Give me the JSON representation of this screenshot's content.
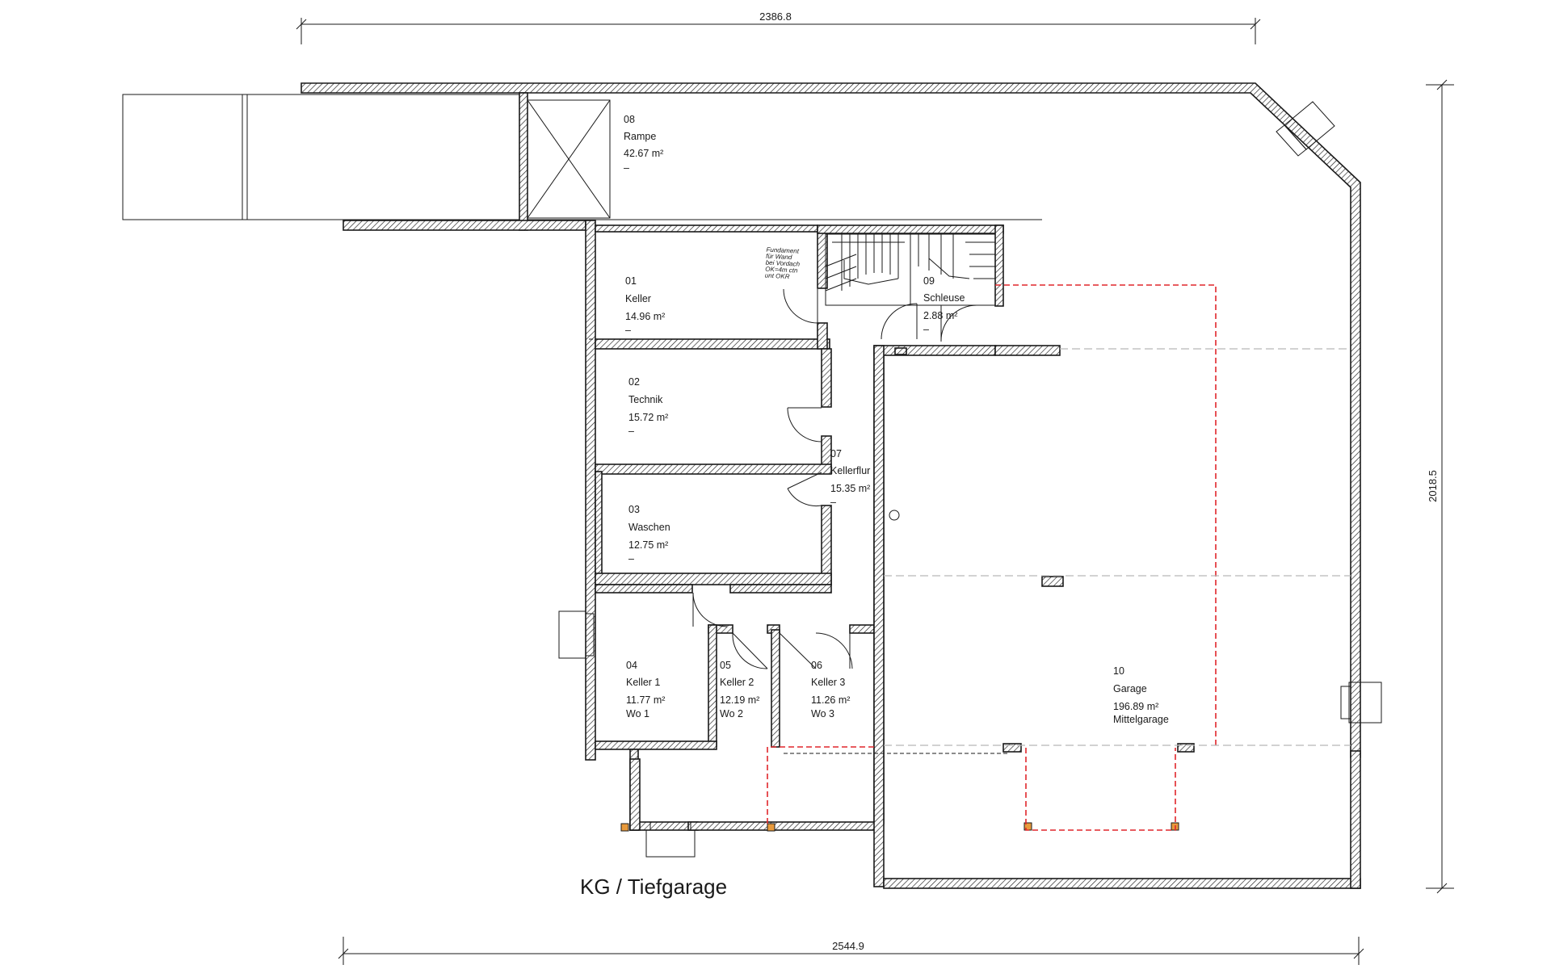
{
  "title": "KG / Tiefgarage",
  "dimensions": {
    "top": "2386.8",
    "bottom": "2544.9",
    "right": "2018.5"
  },
  "note": [
    "Fundament",
    "für Wand",
    "bei Vordach",
    "OK=4m ctn",
    "unt OKR"
  ],
  "rooms": [
    {
      "num": "08",
      "name": "Rampe",
      "area": "42.67",
      "unit": "m²",
      "extra": "–"
    },
    {
      "num": "01",
      "name": "Keller",
      "area": "14.96",
      "unit": "m²",
      "extra": "–"
    },
    {
      "num": "09",
      "name": "Schleuse",
      "area": "2.88",
      "unit": "m²",
      "extra": "–"
    },
    {
      "num": "02",
      "name": "Technik",
      "area": "15.72",
      "unit": "m²",
      "extra": "–"
    },
    {
      "num": "07",
      "name": "Kellerflur",
      "area": "15.35",
      "unit": "m²",
      "extra": "–"
    },
    {
      "num": "03",
      "name": "Waschen",
      "area": "12.75",
      "unit": "m²",
      "extra": "–"
    },
    {
      "num": "04",
      "name": "Keller 1",
      "area": "11.77",
      "unit": "m²",
      "extra": "Wo 1"
    },
    {
      "num": "05",
      "name": "Keller 2",
      "area": "12.19",
      "unit": "m²",
      "extra": "Wo 2"
    },
    {
      "num": "06",
      "name": "Keller 3",
      "area": "11.26",
      "unit": "m²",
      "extra": "Wo 3"
    },
    {
      "num": "10",
      "name": "Garage",
      "area": "196.89",
      "unit": "m²",
      "extra": "Mittelgarage"
    }
  ]
}
